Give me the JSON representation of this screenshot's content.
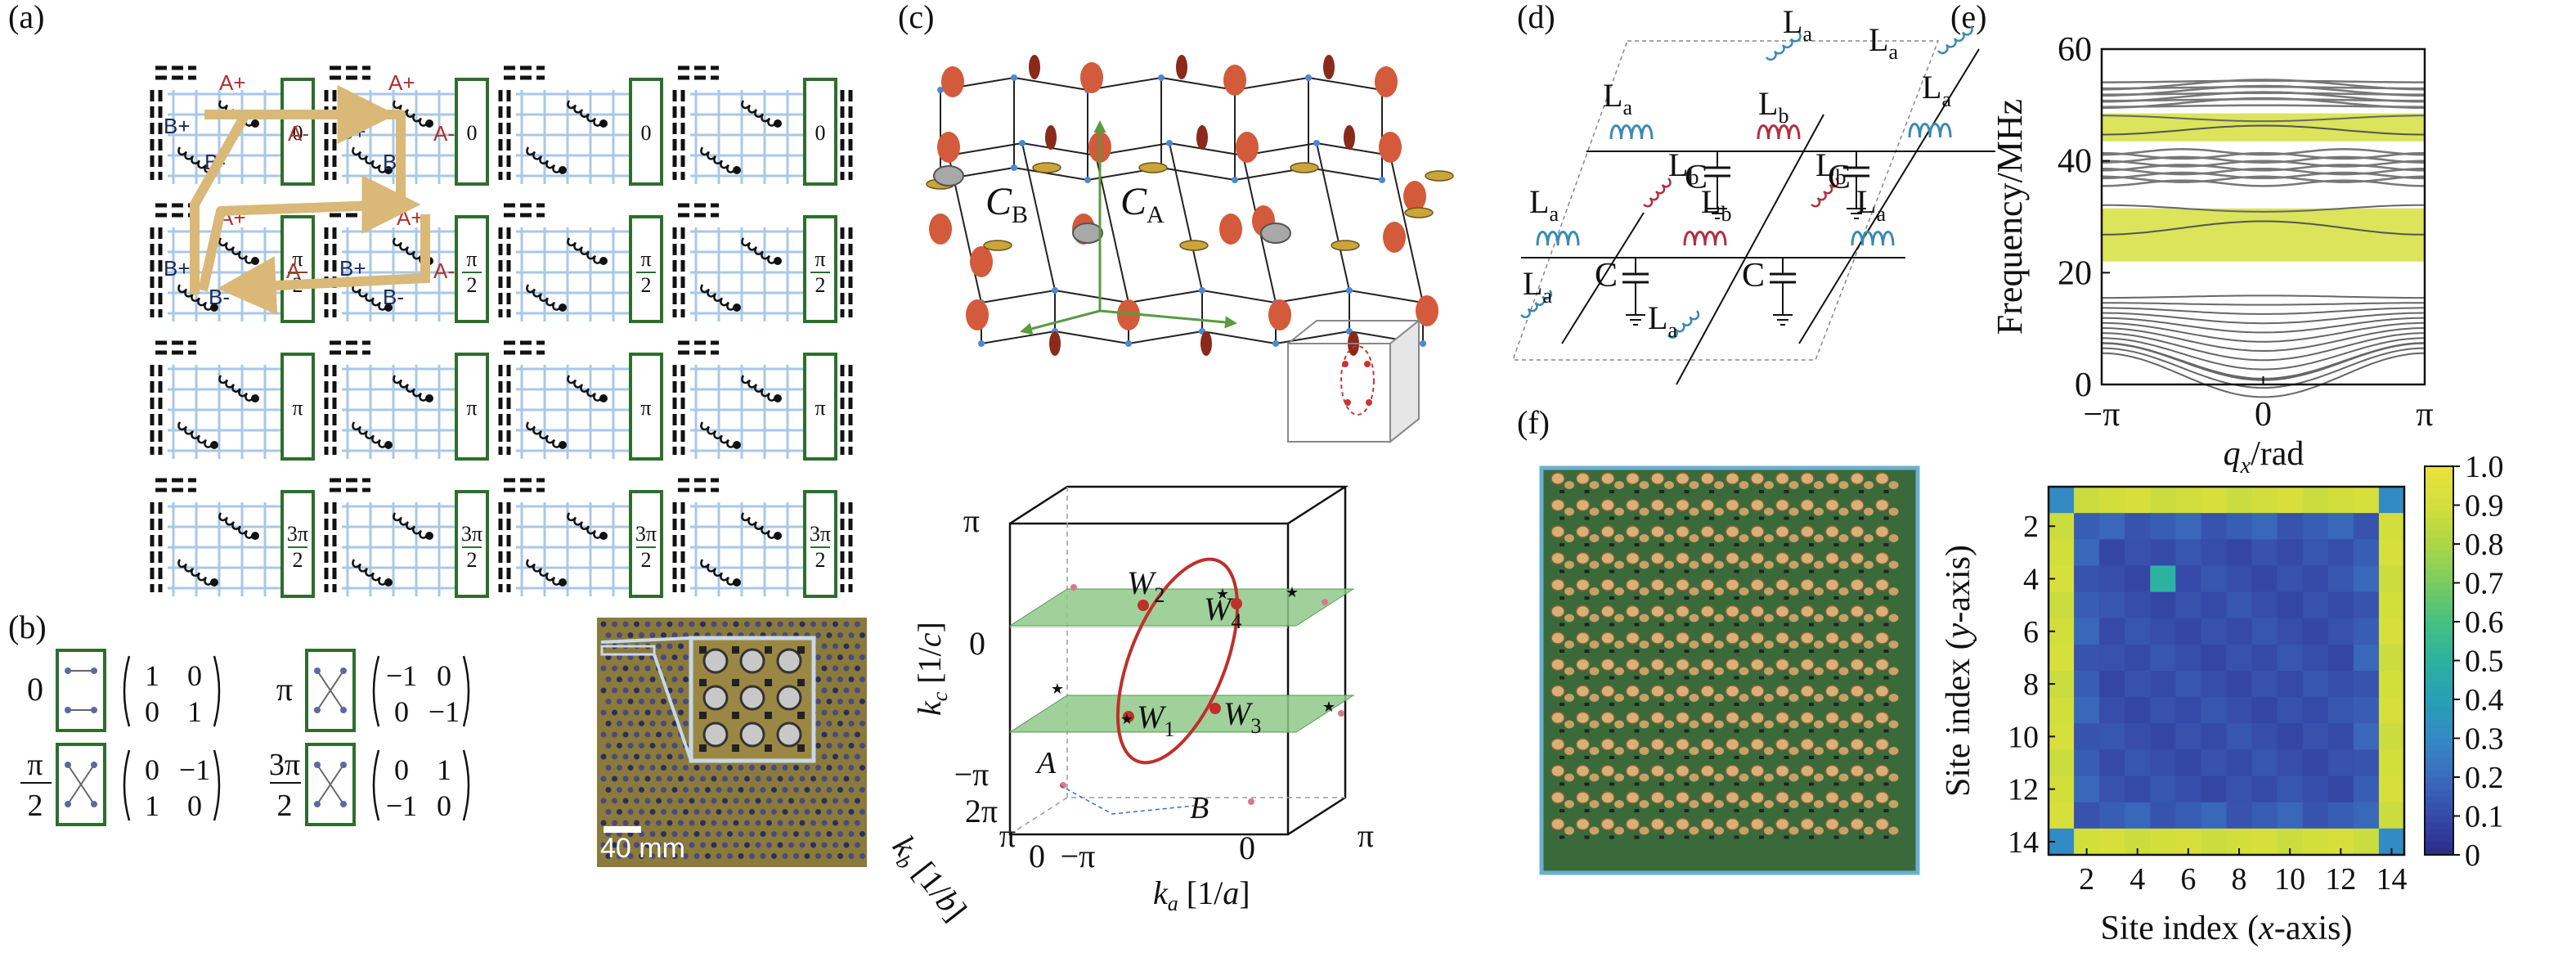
{
  "panels": {
    "a": {
      "label": "(a)",
      "phase_labels": [
        [
          "0",
          "π/2",
          "π",
          "3π/2"
        ]
      ],
      "rows": [
        "0",
        "π/2",
        "π",
        "3π/2"
      ],
      "port_labels": {
        "a_plus": "A+",
        "a_minus": "A-",
        "b_plus": "B+",
        "b_minus": "B-"
      }
    },
    "b": {
      "label": "(b)",
      "items": [
        {
          "phase": "0",
          "matrix": [
            [
              "1",
              "0"
            ],
            [
              "0",
              "1"
            ]
          ]
        },
        {
          "phase": "π",
          "matrix": [
            [
              "−1",
              "0"
            ],
            [
              "0",
              "−1"
            ]
          ]
        },
        {
          "phase": "π/2",
          "matrix": [
            [
              "0",
              "−1"
            ],
            [
              "1",
              "0"
            ]
          ]
        },
        {
          "phase": "3π/2",
          "matrix": [
            [
              "0",
              "1"
            ],
            [
              "−1",
              "0"
            ]
          ]
        }
      ],
      "scale_bar": "40 mm"
    },
    "c": {
      "label": "(c)",
      "cell_labels": [
        "C_B",
        "C_A"
      ],
      "plot": {
        "y_ticks": [
          "π",
          "0",
          "−π"
        ],
        "ylabel": "k_c [1/c]",
        "xlabel": "k_a [1/a]",
        "x_ticks": [
          "−π",
          "0",
          "π"
        ],
        "z_ticks": [
          "2π",
          "π",
          "0"
        ],
        "zlabel": "k_b [1/b]",
        "points": [
          "W_1",
          "W_2",
          "W_3",
          "W_4"
        ],
        "markers": [
          "A",
          "B"
        ]
      }
    },
    "d": {
      "label": "(d)",
      "inductors": [
        "L_a",
        "L_b"
      ],
      "capacitor": "C"
    },
    "e": {
      "label": "(e)"
    },
    "f": {
      "label": "(f)"
    }
  },
  "chart_data": [
    {
      "type": "line",
      "panel": "e",
      "ylabel": "Frequency/MHz",
      "xlabel": "q_x/rad",
      "x_ticks": [
        "−π",
        "0",
        "π"
      ],
      "y_ticks": [
        "0",
        "20",
        "40",
        "60"
      ],
      "ylim": [
        0,
        60
      ],
      "xlim": [
        -3.1416,
        3.1416
      ],
      "highlight_bands": [
        [
          22,
          31.5
        ],
        [
          43.5,
          48.5
        ]
      ],
      "highlight_color": "#dbe45a",
      "bulk_bands": [
        {
          "center": 0,
          "amplitude": 0,
          "range": [
            0.8,
            15.5
          ]
        },
        {
          "center": 40,
          "range": [
            36,
            42
          ]
        },
        {
          "center": 52,
          "range": [
            49.5,
            55
          ]
        }
      ]
    },
    {
      "type": "heatmap",
      "panel": "f",
      "xlabel": "Site index (x-axis)",
      "ylabel": "Site index (y-axis)",
      "x_ticks": [
        "2",
        "4",
        "6",
        "8",
        "10",
        "12",
        "14"
      ],
      "y_ticks": [
        "2",
        "4",
        "6",
        "8",
        "10",
        "12",
        "14"
      ],
      "size": 14,
      "colorbar_ticks": [
        "1.0",
        "0.9",
        "0.8",
        "0.7",
        "0.6",
        "0.5",
        "0.4",
        "0.3",
        "0.2",
        "0.1",
        "0"
      ],
      "edge_value": 0.88,
      "corner_value": 0.3,
      "bulk_value": 0.08,
      "hot_site": {
        "x": 5,
        "y": 4,
        "value": 0.5
      }
    }
  ]
}
